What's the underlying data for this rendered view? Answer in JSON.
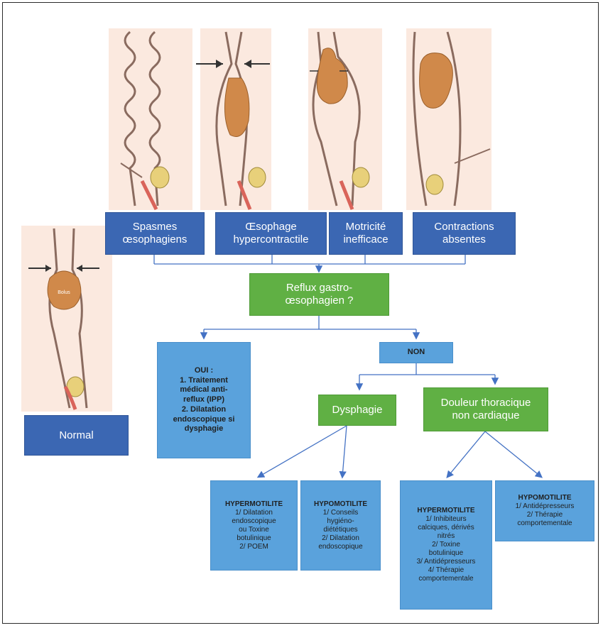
{
  "colors": {
    "dark_box": "#3b67b3",
    "green_box": "#60b044",
    "light_box": "#5aa2dc",
    "arrow": "#4472c4",
    "tissue": "#f6d6c4",
    "bolus": "#d0894a"
  },
  "icons": [
    "esophagus-spasm-illustration",
    "esophagus-hypercontractile-illustration",
    "esophagus-ineffective-illustration",
    "esophagus-absent-illustration",
    "esophagus-normal-illustration"
  ],
  "top_boxes": {
    "spasmes": [
      "Spasmes",
      "œsophagiens"
    ],
    "hyper": [
      "Œsophage",
      "hypercontractile"
    ],
    "motricite": [
      "Motricité",
      "inefficace"
    ],
    "contractions": [
      "Contractions",
      "absentes"
    ]
  },
  "normal_label": "Normal",
  "bolus_label": "Bolus",
  "reflux": [
    "Reflux gastro-",
    "œsophagien ?"
  ],
  "oui": [
    "OUI :",
    "1. Traitement",
    "médical anti-",
    "reflux (IPP)",
    "2. Dilatation",
    "endoscopique si",
    "dysphagie"
  ],
  "non": "NON",
  "dysphagie": "Dysphagie",
  "douleur": [
    "Douleur thoracique",
    "non cardiaque"
  ],
  "leaf1": [
    "HYPERMOTILITE",
    "1/ Dilatation",
    "endoscopique",
    "ou Toxine",
    "botulinique",
    "2/ POEM"
  ],
  "leaf2": [
    "HYPOMOTILITE",
    "1/ Conseils",
    "hygiéno-",
    "diététiques",
    "2/ Dilatation",
    "endoscopique"
  ],
  "leaf3": [
    "HYPERMOTILITE",
    "1/ Inhibiteurs",
    "calciques, dérivés",
    "nitrés",
    "2/ Toxine",
    "botulinique",
    "3/ Antidépresseurs",
    "4/ Thérapie",
    "comportementale"
  ],
  "leaf4": [
    "HYPOMOTILITE",
    "1/ Antidépresseurs",
    "2/ Thérapie",
    "comportementale"
  ]
}
